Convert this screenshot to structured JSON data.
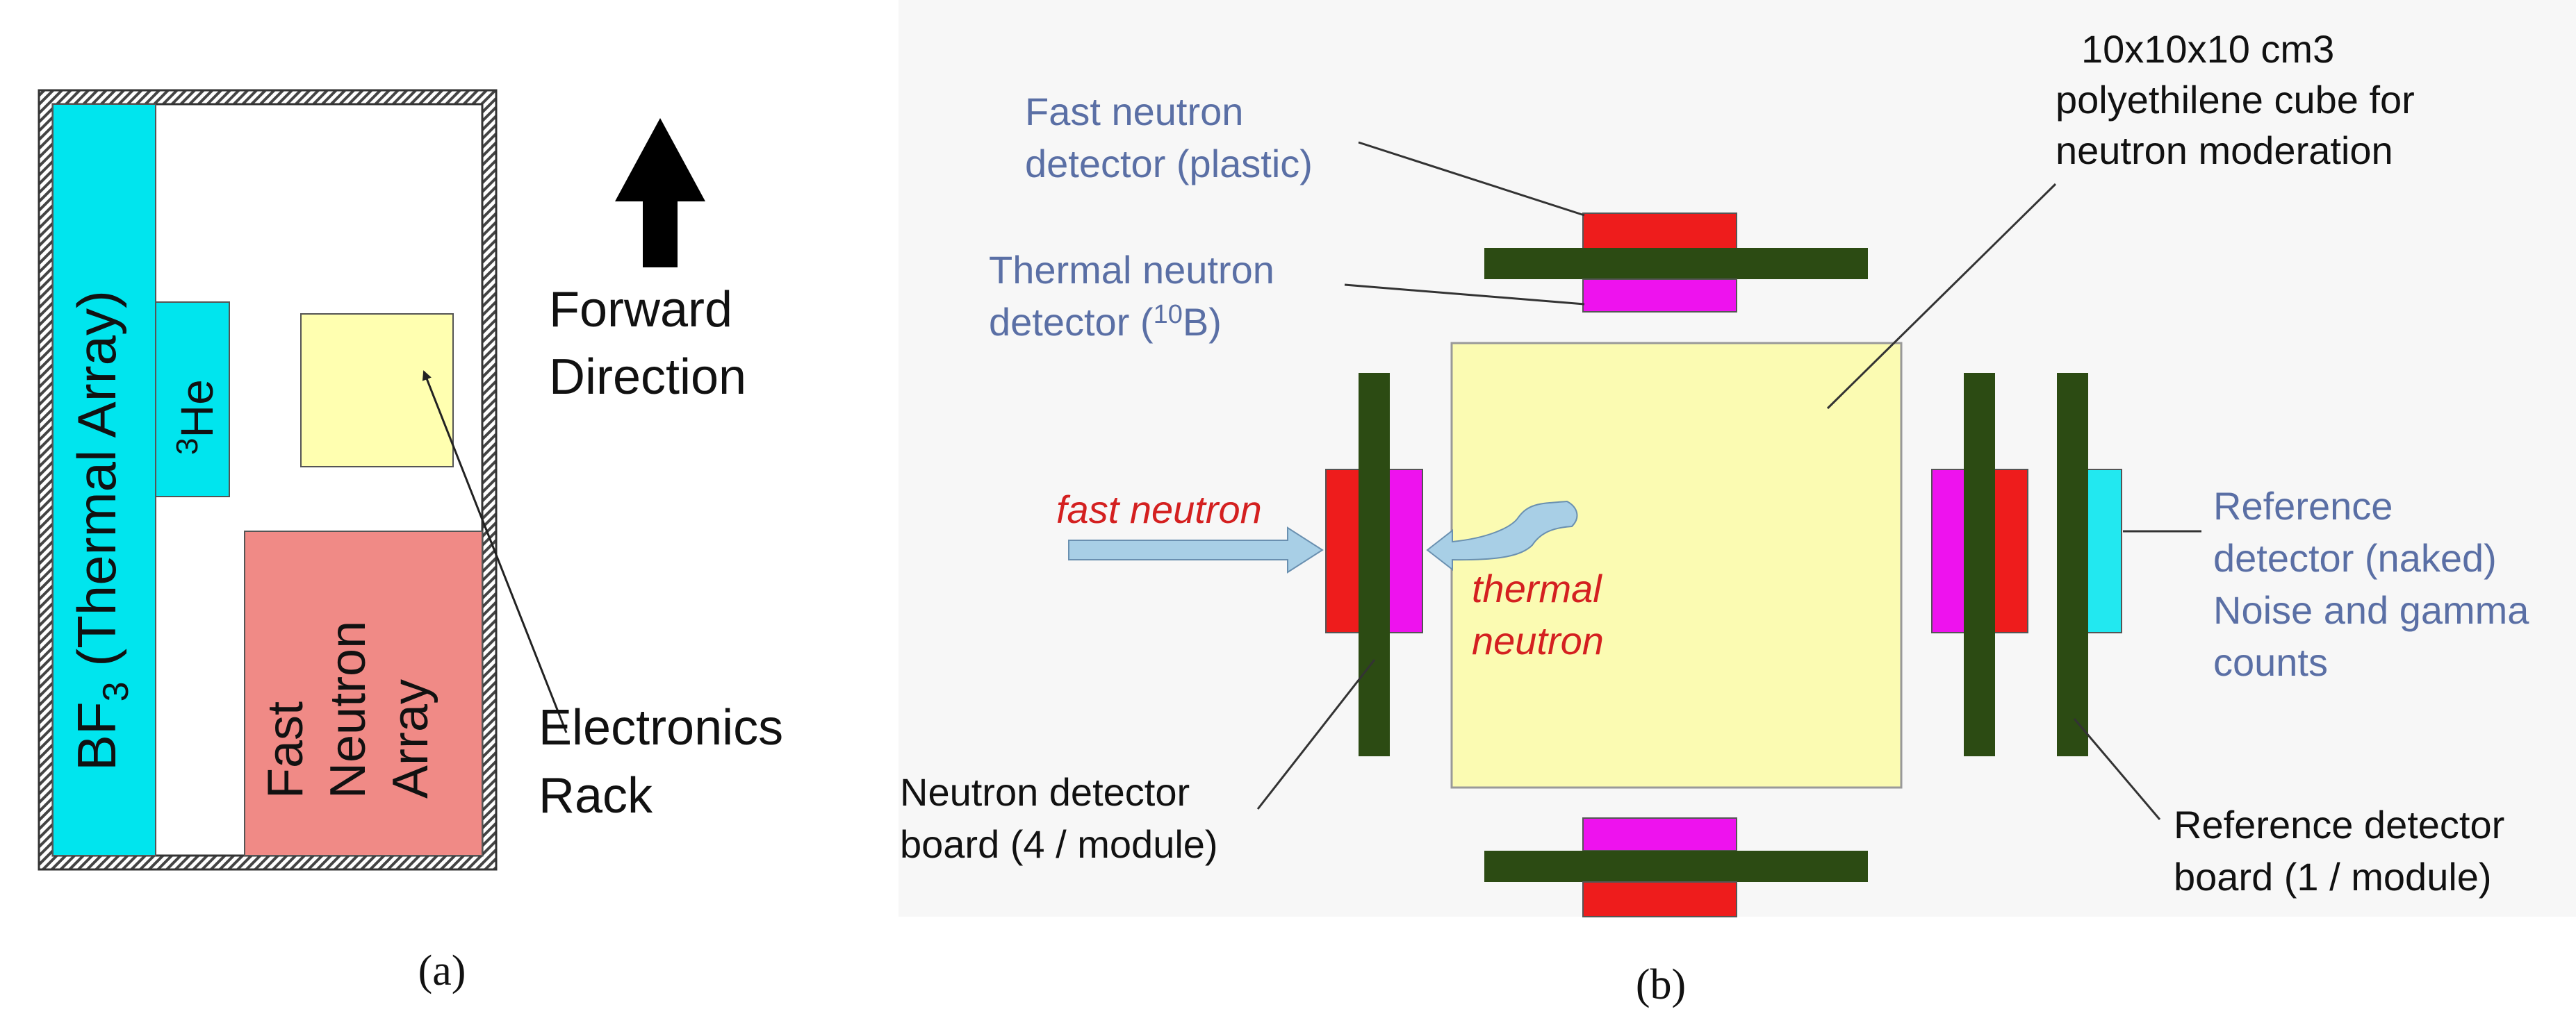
{
  "panel_a": {
    "caption": "(a)",
    "bf3_main": "BF",
    "bf3_sub": "3",
    "bf3_rest": " (Thermal Array)",
    "he3_sup": "3",
    "he3_main": "He",
    "fast_neutron_array": [
      "Fast",
      "Neutron",
      "Array"
    ],
    "forward_direction": [
      "Forward",
      "Direction"
    ],
    "electronics_rack": [
      "Electronics",
      "Rack"
    ]
  },
  "panel_b": {
    "caption": "(b)",
    "fast_neutron_detector": [
      "Fast neutron",
      "detector (plastic)"
    ],
    "thermal_detector_line1": "Thermal neutron",
    "thermal_detector_line2_pre": "detector (",
    "thermal_detector_sup": "10",
    "thermal_detector_line2_post": "B)",
    "cube_label": [
      "10x10x10 cm3",
      "polyethilene cube for",
      "neutron moderation"
    ],
    "fast_neutron": "fast neutron",
    "thermal_neutron": [
      "thermal",
      "neutron"
    ],
    "reference_detector": [
      "Reference",
      "detector (naked)",
      "Noise and gamma",
      "counts"
    ],
    "neutron_board": [
      "Neutron detector",
      "board (4 / module)"
    ],
    "reference_board": [
      "Reference detector",
      "board (1 / module)"
    ]
  },
  "colors": {
    "cyan": "#00e5ee",
    "yellow": "#ffffb0",
    "salmon": "#f08a86",
    "red": "#ee1c1c",
    "magenta": "#ee12ee",
    "dark_green": "#2c4b13",
    "cube": "#fbfbb2",
    "ref_cyan": "#22e8f0",
    "arrow_blue": "#a8cfe6",
    "label_blue": "#5a6fa5",
    "label_red": "#d42020"
  }
}
